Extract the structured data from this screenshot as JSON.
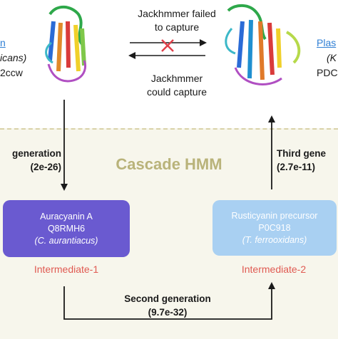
{
  "center_title": "Cascade HMM",
  "top": {
    "failed_line1": "Jackhmmer failed",
    "failed_line2": "to capture",
    "could_line1": "Jackhmmer",
    "could_line2": "could capture"
  },
  "left_protein": {
    "name_fragment": "n",
    "species_fragment": "icans)",
    "id_fragment": "2ccw"
  },
  "right_protein": {
    "name_fragment": "Plas",
    "species_fragment": "(K",
    "id_fragment": "PDC"
  },
  "first_generation": {
    "label": "generation",
    "evalue": "(2e-26)"
  },
  "second_generation": {
    "label": "Second generation",
    "evalue": "(9.7e-32)"
  },
  "third_generation": {
    "label": "Third gene",
    "evalue": "(2.7e-11)"
  },
  "intermediate1": {
    "line1": "Auracyanin A",
    "line2": "Q8RMH6",
    "line3": "(C. aurantiacus)",
    "caption": "Intermediate-1"
  },
  "intermediate2": {
    "line1": "Rusticyanin precursor",
    "line2": "P0C918",
    "line3": "(T. ferrooxidans)",
    "caption": "Intermediate-2"
  },
  "colors": {
    "panel_fill": "#f7f6ec",
    "panel_border": "#d9d2a8",
    "title": "#b9b37a",
    "box1": "#6a5ad0",
    "box2": "#a9d0f2",
    "caption": "#e05a52",
    "link": "#2f7fd4",
    "cross": "#e0404a"
  }
}
